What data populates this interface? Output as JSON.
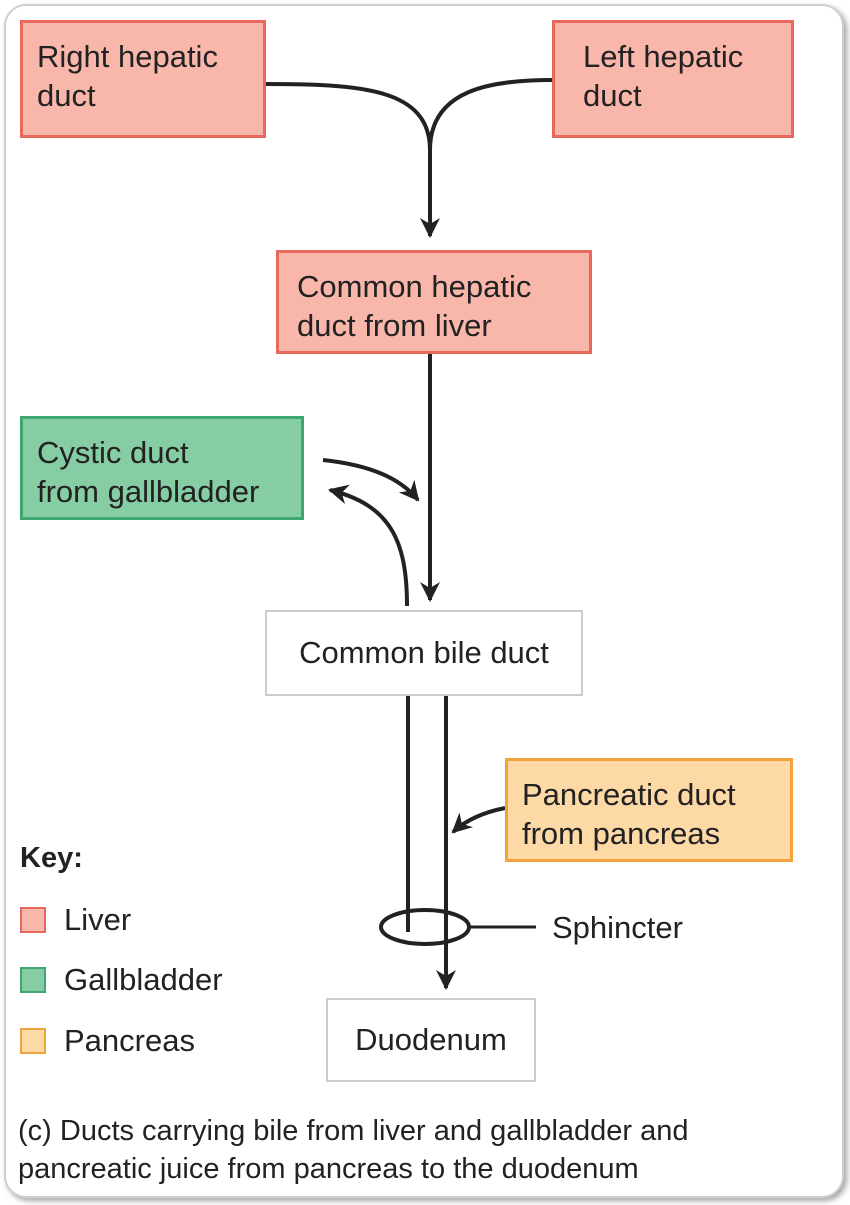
{
  "boxes": {
    "right_hepatic": "Right hepatic\nduct",
    "left_hepatic": "Left hepatic\nduct",
    "common_hepatic": "Common hepatic\nduct from liver",
    "cystic": "Cystic duct\nfrom gallbladder",
    "common_bile": "Common bile duct",
    "pancreatic": "Pancreatic duct\nfrom pancreas",
    "duodenum": "Duodenum"
  },
  "sphincter_label": "Sphincter",
  "key": {
    "title": "Key:",
    "items": [
      {
        "label": "Liver",
        "fill": "#f9b6ab",
        "border": "#e8685c"
      },
      {
        "label": "Gallbladder",
        "fill": "#86cda4",
        "border": "#3fa870"
      },
      {
        "label": "Pancreas",
        "fill": "#fdd9a6",
        "border": "#f1a23c"
      }
    ]
  },
  "caption": "(c) Ducts carrying bile from liver and gallbladder and\npancreatic juice from pancreas to the duodenum",
  "colors": {
    "liver": "#f9b6ab",
    "gallbladder": "#86cda4",
    "pancreas": "#fdd9a6",
    "line": "#222222"
  }
}
